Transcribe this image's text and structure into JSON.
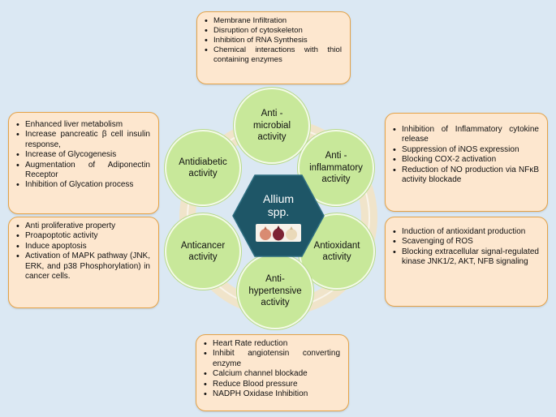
{
  "center": {
    "title": "Allium\nspp."
  },
  "activities": [
    {
      "id": "antimicrobial",
      "label": "Anti -\nmicrobial\nactivity",
      "effects": [
        "Membrane Infiltration",
        "Disruption of cytoskeleton",
        "Inhibition of RNA Synthesis",
        "Chemical interactions with thiol containing enzymes"
      ]
    },
    {
      "id": "antiinflammatory",
      "label": "Anti -\ninflammatory\nactivity",
      "effects": [
        "Inhibition of Inflammatory cytokine release",
        "Suppression of iNOS expression",
        "Blocking COX-2 activation",
        "Reduction of NO production via NFκB activity blockade"
      ]
    },
    {
      "id": "antioxidant",
      "label": "Antioxidant\nactivity",
      "effects": [
        "Induction of antioxidant production",
        "Scavenging of ROS",
        "Blocking extracellular signal-regulated kinase JNK1/2, AKT, NFB signaling"
      ]
    },
    {
      "id": "antihypertensive",
      "label": "Anti-\nhypertensive\nactivity",
      "effects": [
        "Heart Rate reduction",
        "Inhibit angiotensin converting enzyme",
        "Calcium channel blockade",
        "Reduce Blood pressure",
        "NADPH Oxidase Inhibition"
      ]
    },
    {
      "id": "anticancer",
      "label": "Anticancer\nactivity",
      "effects": [
        "Anti proliferative property",
        "Proapoptotic activity",
        "Induce apoptosis",
        "Activation of MAPK pathway (JNK, ERK, and p38 Phosphorylation) in cancer cells."
      ]
    },
    {
      "id": "antidiabetic",
      "label": "Antidiabetic\nactivity",
      "effects": [
        "Enhanced liver metabolism",
        "Increase pancreatic β cell insulin response,",
        "Increase of Glycogenesis",
        "Augmentation of Adiponectin Receptor",
        "Inhibition of Glycation process"
      ]
    }
  ],
  "colors": {
    "background": "#dbe8f3",
    "box_fill": "#fde7cf",
    "box_border": "#e4a247",
    "circle_fill": "#c8e89a",
    "hexagon_fill": "#1e5667",
    "ring": "#f2e3c5"
  }
}
